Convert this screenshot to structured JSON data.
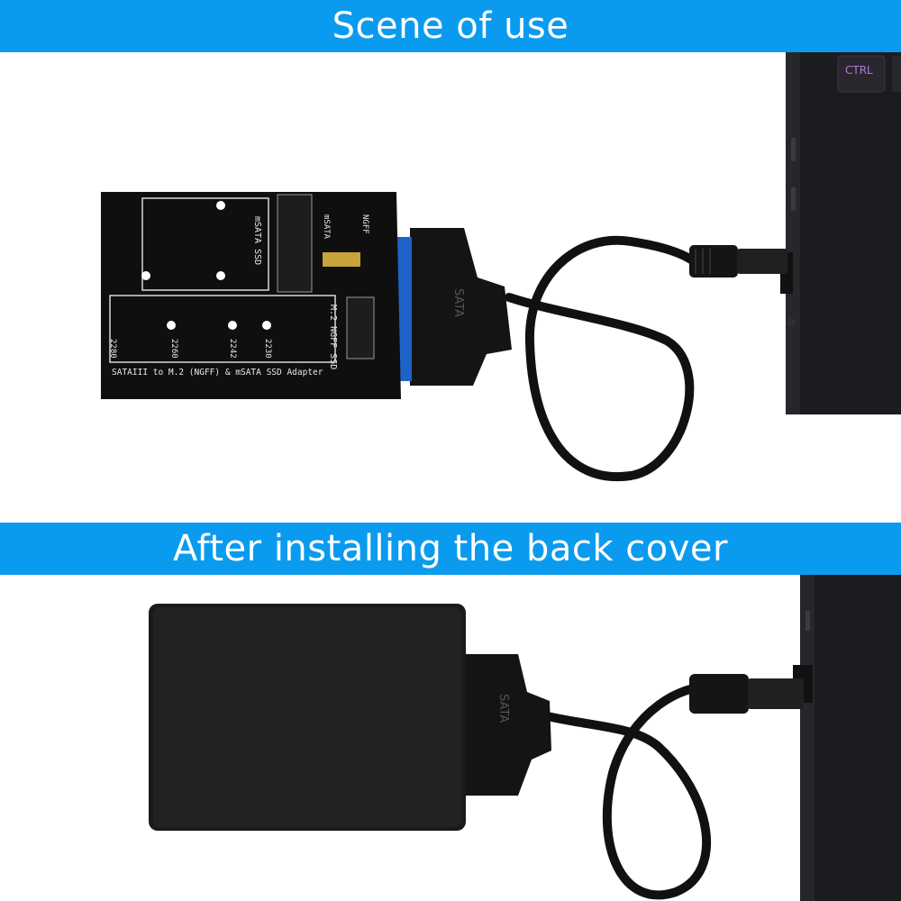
{
  "theme": {
    "banner_color": "#0a9bef",
    "background": "#ffffff",
    "board_color": "#0f0f10",
    "sata_blue": "#1f63c9",
    "ctrl_key_glow": "#b07ad8"
  },
  "banners": {
    "top": "Scene of use",
    "middle": "After installing the back cover"
  },
  "board": {
    "title": "SATAIII to M.2 (NGFF) & mSATA SSD Adapter",
    "msata_label": "mSATA SSD",
    "m2_label": "M.2 NGFF SSD",
    "switch_label_msata": "mSATA",
    "switch_label_ngff": "NGFF",
    "size_labels": [
      "2280",
      "2260",
      "2242",
      "2230"
    ]
  },
  "cable": {
    "connector_label": "SATA"
  },
  "laptop": {
    "key_label": "CTRL"
  }
}
